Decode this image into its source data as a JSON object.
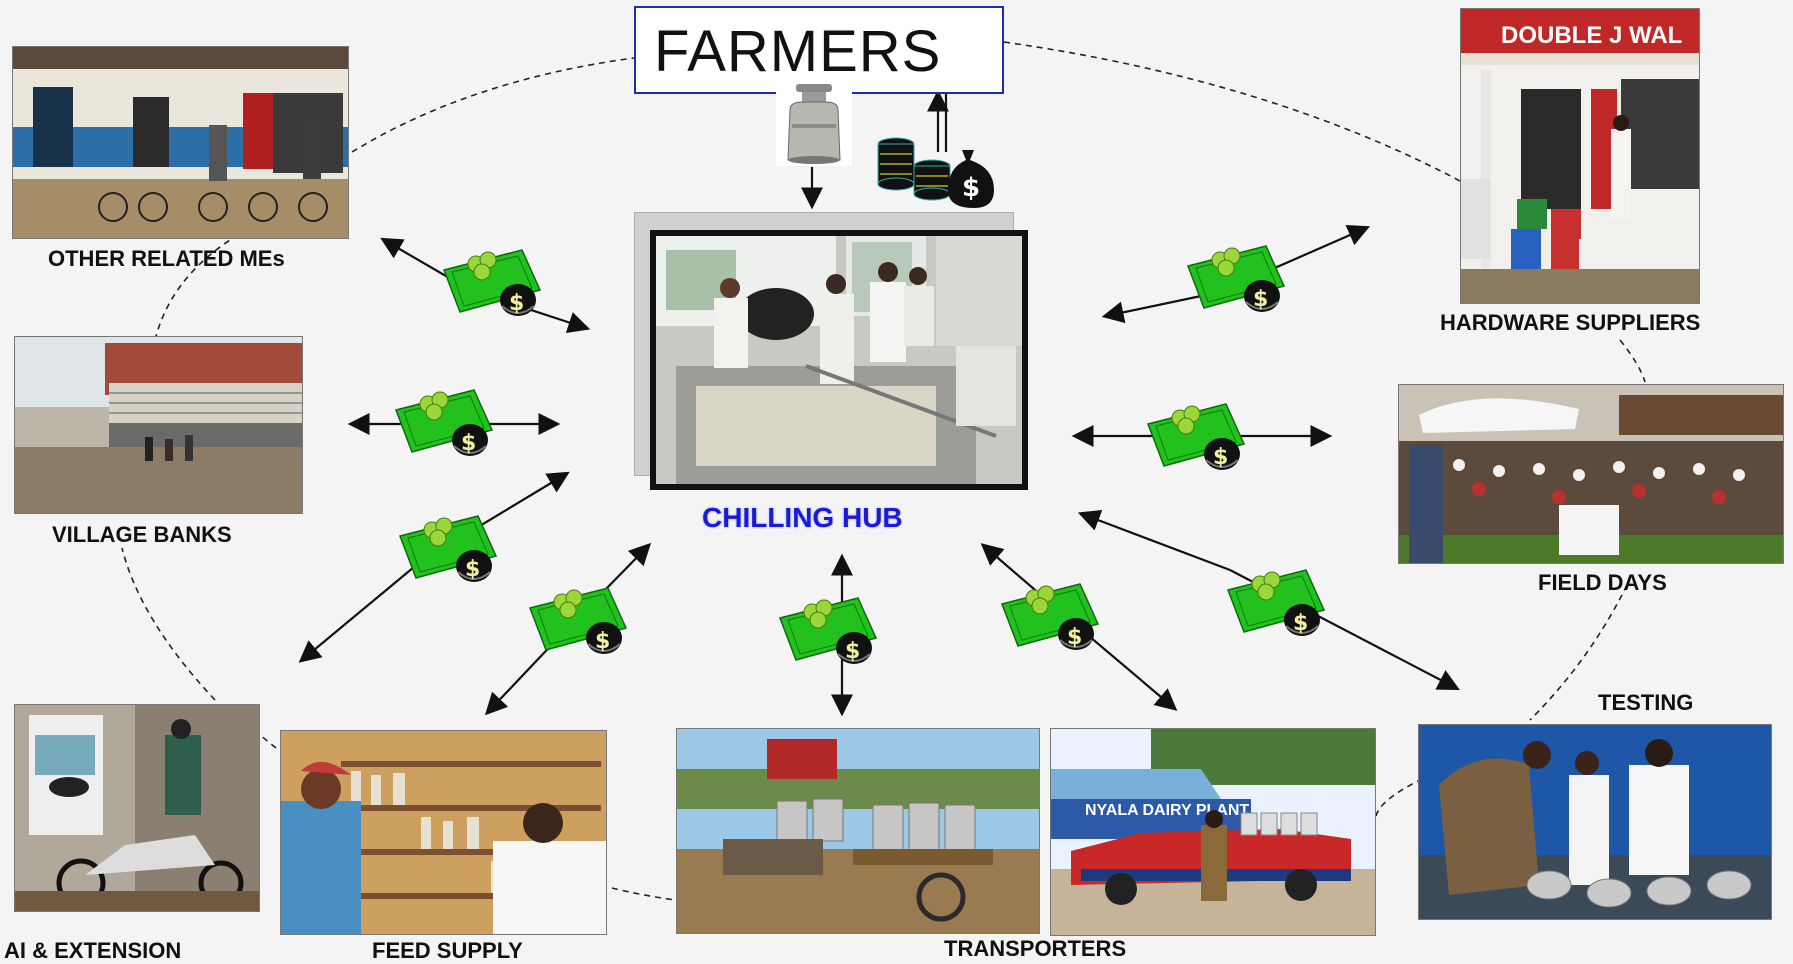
{
  "center": {
    "title": "FARMERS",
    "hub_label": "CHILLING HUB"
  },
  "nodes": {
    "other_mes": "OTHER RELATED MEs",
    "village_banks": "VILLAGE BANKS",
    "ai_extension": "AI & EXTENSION",
    "feed_supply": "FEED SUPPLY",
    "transporters": "TRANSPORTERS",
    "testing": "TESTING",
    "field_days": "FIELD DAYS",
    "hardware_suppliers": "HARDWARE SUPPLIERS"
  },
  "photo_signs": {
    "hardware_shop": "DOUBLE J WAL",
    "dairy_wall": "NYALA DAIRY PLANT"
  },
  "colors": {
    "money_green": "#22c11e",
    "hub_label": "#1a1ad8",
    "farmers_border": "#1c2fb0"
  }
}
